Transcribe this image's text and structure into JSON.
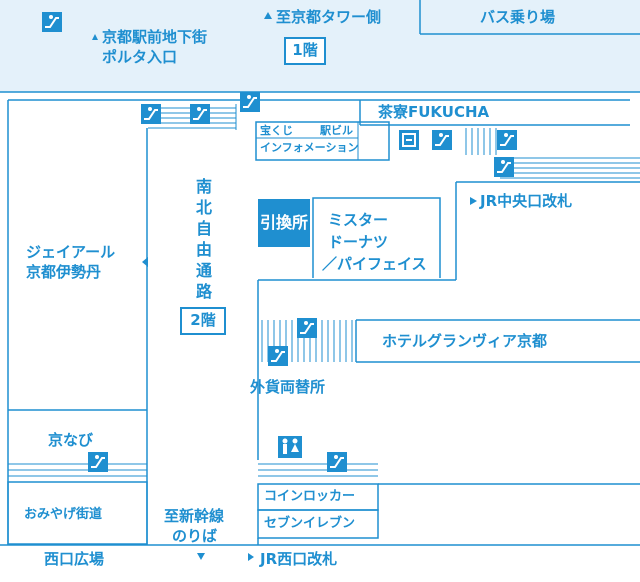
{
  "map": {
    "floors": {
      "first": "1階",
      "second": "2階"
    },
    "directions": {
      "to_kyoto_tower": "至京都タワー側",
      "to_shinkansen_line1": "至新幹線",
      "to_shinkansen_line2": "のりば"
    },
    "places": {
      "bus_stop": "バス乗り場",
      "porta_line1": "京都駅前地下街",
      "porta_line2": "ポルタ入口",
      "takarakuji": "宝くじ",
      "ekibiru_line1": "駅ビル",
      "ekibiru_line2": "インフォメーション",
      "fukucha": "茶寮FUKUCHA",
      "jr_central_gate": "JR中央口改札",
      "isetan_line1": "ジェイアール",
      "isetan_line2": "京都伊勢丹",
      "corridor": "南北自由通路",
      "exchange": "引換所",
      "misdo_line1": "ミスター",
      "misdo_line2": "ドーナツ",
      "misdo_line3": "／パイフェイス",
      "hotel": "ホテルグランヴィア京都",
      "currency_exchange": "外貨両替所",
      "kyonavi": "京なび",
      "omiyage": "おみやげ街道",
      "coin_locker": "コインロッカー",
      "seven_eleven": "セブンイレブン",
      "west_plaza": "西口広場",
      "jr_west_gate": "JR西口改札"
    },
    "colors": {
      "line": "#1f8fd0",
      "band": "#e4f1fa",
      "icon": "#1f8fd0"
    },
    "icons": [
      "escalator-icon",
      "restroom-icon",
      "atm-icon",
      "triangle-arrow-icon"
    ]
  }
}
